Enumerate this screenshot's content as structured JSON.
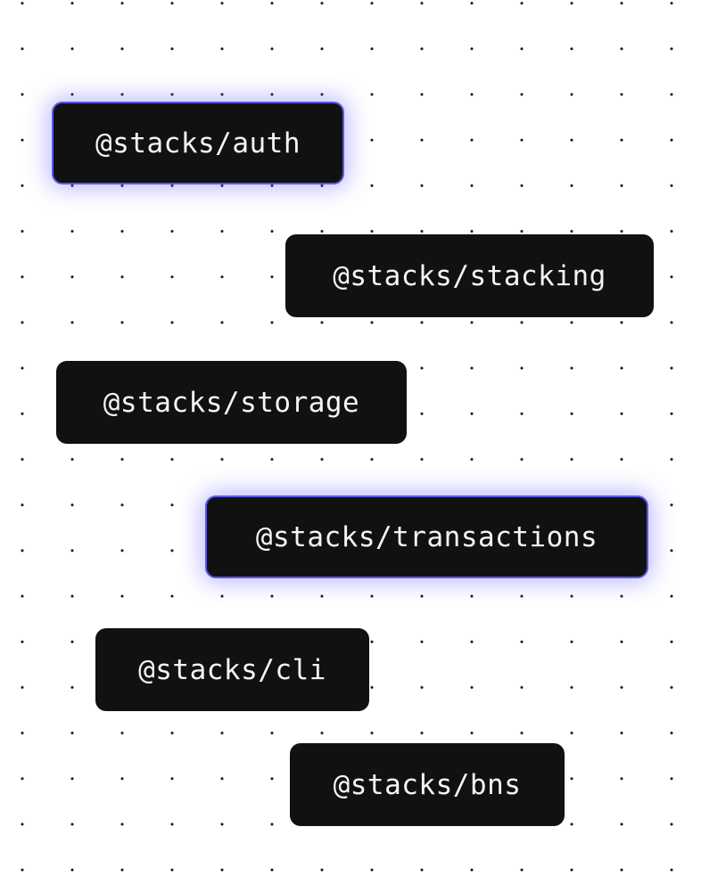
{
  "packages": [
    {
      "name": "@stacks/auth",
      "highlighted": true
    },
    {
      "name": "@stacks/stacking",
      "highlighted": false
    },
    {
      "name": "@stacks/storage",
      "highlighted": false
    },
    {
      "name": "@stacks/transactions",
      "highlighted": true
    },
    {
      "name": "@stacks/cli",
      "highlighted": false
    },
    {
      "name": "@stacks/bns",
      "highlighted": false
    }
  ],
  "colors": {
    "background": "#ffffff",
    "dot": "#1a1a1a",
    "pill": "#111111",
    "text": "#f4f4f4",
    "highlight": "#5b57e6"
  }
}
